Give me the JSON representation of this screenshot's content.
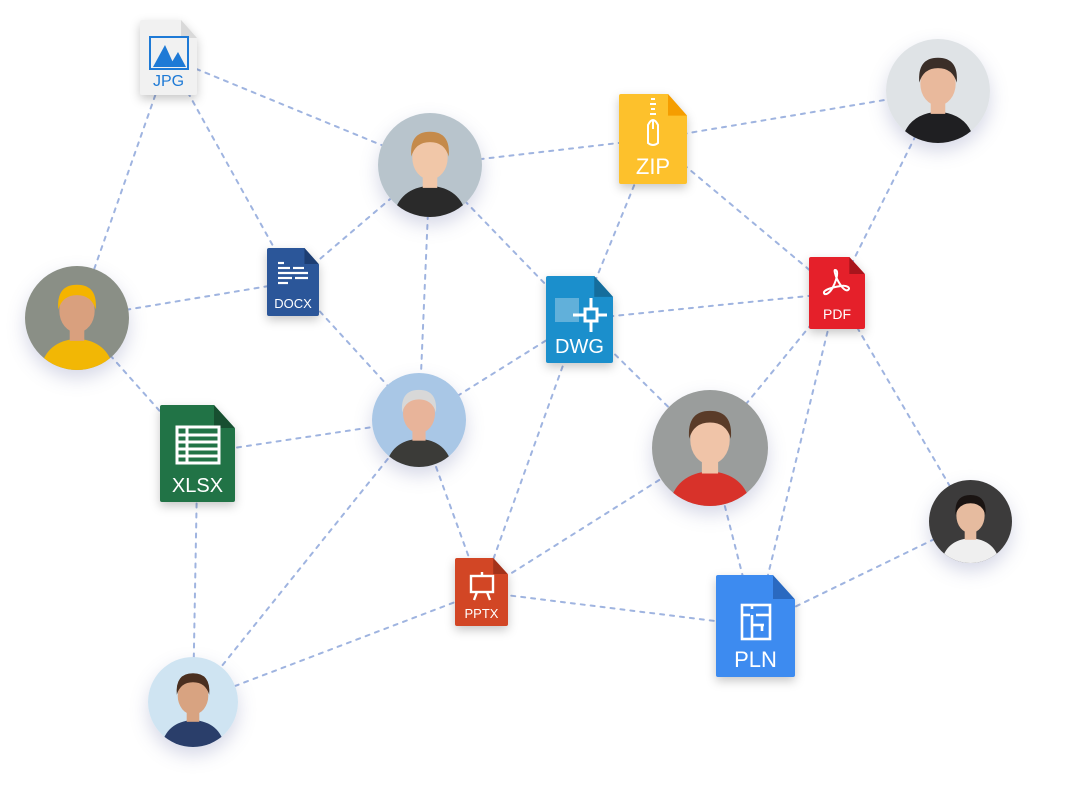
{
  "files": [
    {
      "id": "jpg",
      "label": "JPG",
      "icon": "image-icon",
      "color": "#f1f1f1",
      "fold": "#d9d9d9",
      "text_color": "#1e7ad6"
    },
    {
      "id": "docx",
      "label": "DOCX",
      "icon": "document-lines-icon",
      "color": "#2b5699",
      "fold": "#1d3e73",
      "text_color": "#ffffff"
    },
    {
      "id": "zip",
      "label": "ZIP",
      "icon": "zipper-icon",
      "color": "#fdc12c",
      "fold": "#f59d00",
      "text_color": "#ffffff"
    },
    {
      "id": "dwg",
      "label": "DWG",
      "icon": "cad-crosshair-icon",
      "color": "#1b8fcc",
      "fold": "#156d9c",
      "text_color": "#ffffff"
    },
    {
      "id": "pdf",
      "label": "PDF",
      "icon": "acrobat-icon",
      "color": "#e5202a",
      "fold": "#a8151c",
      "text_color": "#ffffff"
    },
    {
      "id": "xlsx",
      "label": "XLSX",
      "icon": "spreadsheet-icon",
      "color": "#217346",
      "fold": "#174f30",
      "text_color": "#ffffff"
    },
    {
      "id": "pptx",
      "label": "PPTX",
      "icon": "presentation-icon",
      "color": "#d24625",
      "fold": "#a3321a",
      "text_color": "#ffffff"
    },
    {
      "id": "pln",
      "label": "PLN",
      "icon": "floor-plan-icon",
      "color": "#3d8bf0",
      "fold": "#2a69c0",
      "text_color": "#ffffff"
    }
  ],
  "people": [
    {
      "id": "woman-redhead",
      "bg": "#b8c4cc",
      "skin": "#f1c7a8",
      "hair": "#c58a4a",
      "cloth": "#2a2a2a"
    },
    {
      "id": "man-glasses",
      "bg": "#dfe3e6",
      "skin": "#e9b99c",
      "hair": "#3a2e28",
      "cloth": "#1f1f22"
    },
    {
      "id": "construction-worker",
      "bg": "#8a8f86",
      "skin": "#d9a07e",
      "hair": "#f4b400",
      "cloth": "#f2b705"
    },
    {
      "id": "senior-man-phone",
      "bg": "#a9c7e6",
      "skin": "#e8b49a",
      "hair": "#d8d8d8",
      "cloth": "#3b3b38"
    },
    {
      "id": "woman-smiling-red",
      "bg": "#9a9d9c",
      "skin": "#f0c4a8",
      "hair": "#5a3b28",
      "cloth": "#d8322a"
    },
    {
      "id": "asian-man",
      "bg": "#3c3b3b",
      "skin": "#e6bb9f",
      "hair": "#1a1412",
      "cloth": "#efefef"
    },
    {
      "id": "bearded-man",
      "bg": "#cfe4f2",
      "skin": "#d8a381",
      "hair": "#4a2f20",
      "cloth": "#2a3e6a"
    }
  ],
  "edges": [
    [
      "jpg",
      "woman-redhead"
    ],
    [
      "jpg",
      "construction-worker"
    ],
    [
      "jpg",
      "docx"
    ],
    [
      "woman-redhead",
      "zip"
    ],
    [
      "woman-redhead",
      "docx"
    ],
    [
      "woman-redhead",
      "senior-man-phone"
    ],
    [
      "woman-redhead",
      "dwg"
    ],
    [
      "zip",
      "man-glasses"
    ],
    [
      "zip",
      "dwg"
    ],
    [
      "zip",
      "pdf"
    ],
    [
      "man-glasses",
      "pdf"
    ],
    [
      "construction-worker",
      "docx"
    ],
    [
      "construction-worker",
      "xlsx"
    ],
    [
      "docx",
      "senior-man-phone"
    ],
    [
      "dwg",
      "pdf"
    ],
    [
      "dwg",
      "senior-man-phone"
    ],
    [
      "dwg",
      "woman-smiling-red"
    ],
    [
      "dwg",
      "pptx"
    ],
    [
      "pdf",
      "woman-smiling-red"
    ],
    [
      "pdf",
      "pln"
    ],
    [
      "pdf",
      "asian-man"
    ],
    [
      "senior-man-phone",
      "xlsx"
    ],
    [
      "senior-man-phone",
      "pptx"
    ],
    [
      "senior-man-phone",
      "bearded-man"
    ],
    [
      "xlsx",
      "bearded-man"
    ],
    [
      "woman-smiling-red",
      "pptx"
    ],
    [
      "woman-smiling-red",
      "pln"
    ],
    [
      "asian-man",
      "pln"
    ],
    [
      "pptx",
      "pln"
    ],
    [
      "pptx",
      "bearded-man"
    ]
  ]
}
